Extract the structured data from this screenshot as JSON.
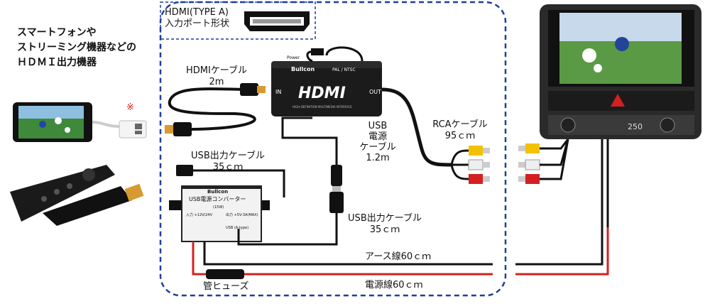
{
  "source": {
    "title_lines": [
      "スマートフォンや",
      "ストリーミング機器などの",
      "ＨＤＭＩ出力機器"
    ],
    "adapter_note_mark": "※"
  },
  "hdmi_port": {
    "line1": "HDMI(TYPE A)",
    "line2": "入力ポート形状"
  },
  "hdmi_cable": {
    "line1": "HDMIケーブル",
    "line2": "2m"
  },
  "converter_box": {
    "brand": "Bullcon",
    "logo": "HDMI",
    "in_label": "IN",
    "out_label": "OUT",
    "power_label": "Power",
    "mode_label": "PAL / NTSC",
    "subtitle": "HIGH-DEFINITION MULTIMEDIA INTERFACE"
  },
  "usb_power_cable": {
    "line1": "USB",
    "line2": "電源",
    "line3": "ケーブル",
    "line4": "1.2m"
  },
  "rca_cable": {
    "line1": "RCAケーブル",
    "line2": "95ｃｍ"
  },
  "usb_out_cable_top": {
    "line1": "USB出力ケーブル",
    "line2": "35ｃｍ"
  },
  "usb_out_cable_bottom": {
    "line1": "USB出力ケーブル",
    "line2": "35ｃｍ"
  },
  "power_converter": {
    "brand": "Bullcon",
    "title": "USB電源コンバーター",
    "watt": "(15W)",
    "in_label": "入力 +12V/24V",
    "out_label": "出力 +5V-3A(MAX)",
    "usb_label": "USB (A-type)"
  },
  "ground_wire": "アース線60ｃｍ",
  "power_wire": "電源線60ｃｍ",
  "fuse": "管ヒューズ",
  "car_unit": {
    "temp_readout": "250"
  },
  "colors": {
    "dashed_border": "#1f3f9a",
    "power_wire": "#d62020",
    "cable": "#111111",
    "rca_yellow": "#f2c200",
    "rca_red": "#d42020",
    "rca_white": "#eeeeee"
  }
}
